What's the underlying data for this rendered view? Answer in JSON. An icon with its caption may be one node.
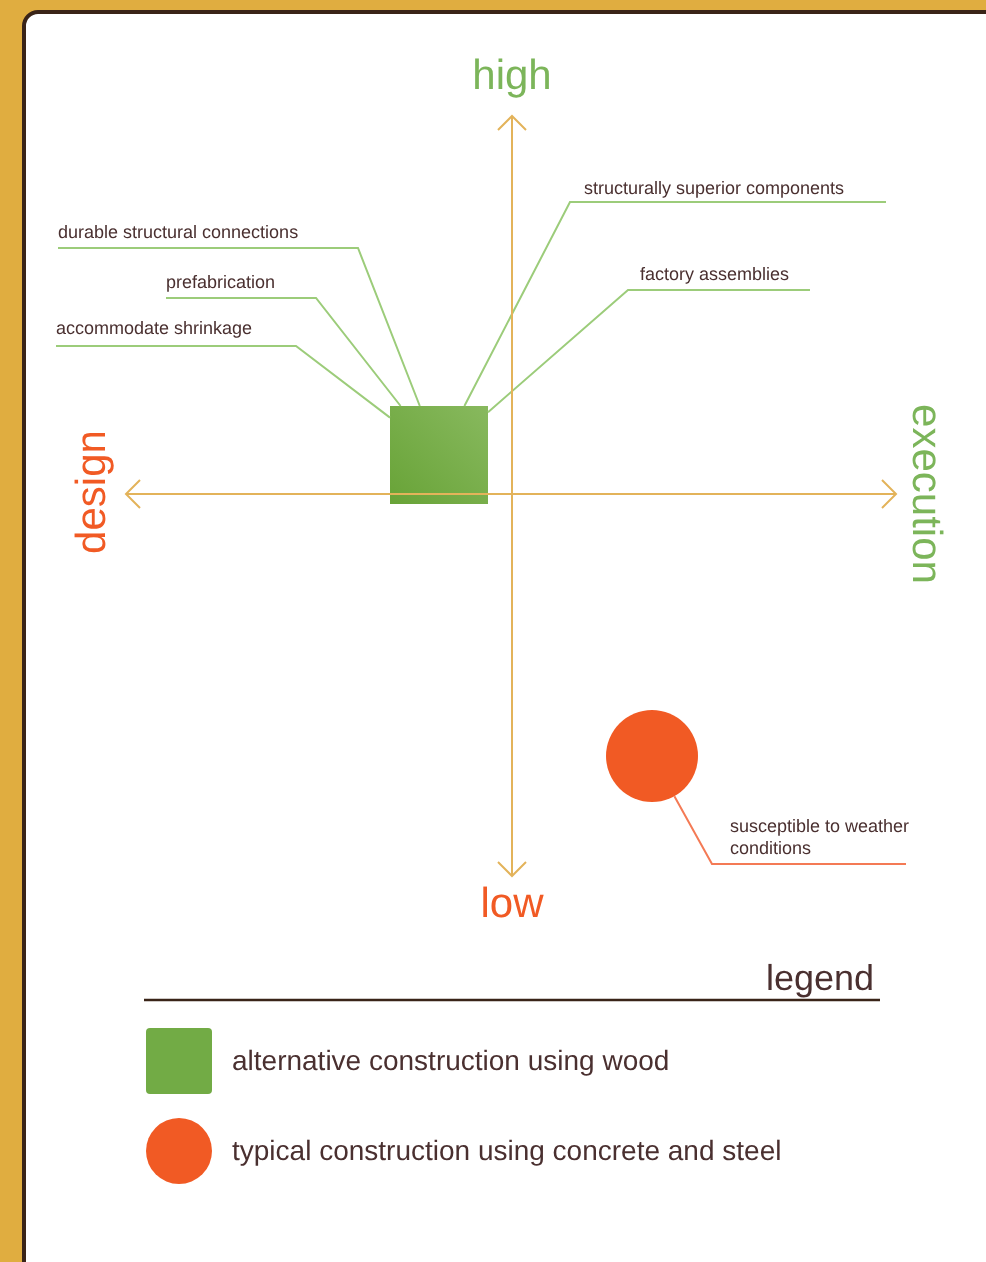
{
  "diagram": {
    "nodes": [
      {
        "text": [
          "structurally superior components"
        ]
      },
      {
        "text": [
          "durable structural connections"
        ]
      },
      {
        "text": [
          "factory assemblies"
        ]
      },
      {
        "text": [
          "prefabrication"
        ]
      },
      {
        "text": [
          "accommodate shrinkage"
        ]
      },
      {
        "text": [],
        "shape": "box"
      },
      {
        "text": [],
        "shape": "circle"
      },
      {
        "text": [
          "susceptible to weather conditions"
        ]
      }
    ],
    "edges": [
      {
        "from": 0,
        "to": 5,
        "arrow": "none"
      },
      {
        "from": 1,
        "to": 5,
        "arrow": "none"
      },
      {
        "from": 2,
        "to": 5,
        "arrow": "none"
      },
      {
        "from": 3,
        "to": 5,
        "arrow": "none"
      },
      {
        "from": 4,
        "to": 5,
        "arrow": "none"
      },
      {
        "from": 7,
        "to": 6,
        "arrow": "none",
        "color": "#f47a55"
      }
    ],
    "labels": [
      "high",
      "design",
      "execution",
      "low",
      "legend"
    ],
    "legend": [
      {
        "text": "alternative construction using wood",
        "color": "#72ab45"
      },
      {
        "text": "typical construction using concrete and steel",
        "color": "#f15a24"
      }
    ]
  }
}
